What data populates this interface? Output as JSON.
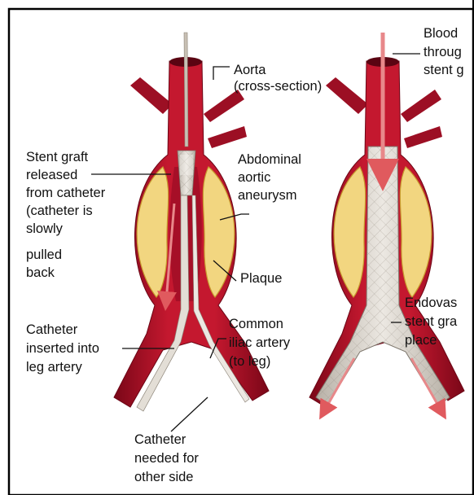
{
  "labels": {
    "aorta": [
      "Aorta",
      "(cross-section)"
    ],
    "stent_released": [
      "Stent graft",
      "released",
      "from catheter",
      "(catheter is",
      "slowly",
      "pulled",
      "back"
    ],
    "aneurysm": [
      "Abdominal",
      "aortic",
      "aneurysm"
    ],
    "plaque": [
      "Plaque"
    ],
    "catheter_inserted": [
      "Catheter",
      "inserted into",
      "leg artery"
    ],
    "common_iliac": [
      "Common",
      "iliac artery",
      "(to leg)"
    ],
    "catheter_needed": [
      "Catheter",
      "needed for",
      "other side"
    ],
    "blood_flow": [
      "Blood",
      "throug",
      "stent g"
    ],
    "endovascular": [
      "Endovas",
      "stent gra",
      "place"
    ]
  },
  "colors": {
    "artery_red": "#b3122b",
    "artery_dark": "#7a0718",
    "plaque_yellow": "#f2d680",
    "plaque_outline": "#c79a2e",
    "graft_gray": "#d9d4cc",
    "arrow_pink": "#e8888a",
    "frame": "#000000"
  }
}
